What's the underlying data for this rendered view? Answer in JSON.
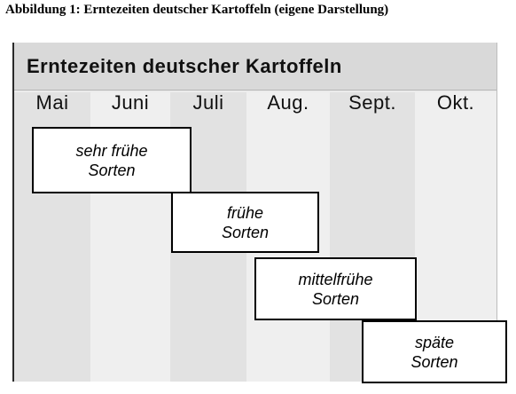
{
  "caption": "Abbildung 1: Erntezeiten deutscher Kartoffeln (eigene Darstellung)",
  "diagram": {
    "title": "Erntezeiten deutscher Kartoffeln",
    "months": [
      "Mai",
      "Juni",
      "Juli",
      "Aug.",
      "Sept.",
      "Okt."
    ],
    "varieties": [
      {
        "line1": "sehr frühe",
        "line2": "Sorten"
      },
      {
        "line1": "frühe",
        "line2": "Sorten"
      },
      {
        "line1": "mittelfrühe",
        "line2": "Sorten"
      },
      {
        "line1": "späte",
        "line2": "Sorten"
      }
    ]
  }
}
